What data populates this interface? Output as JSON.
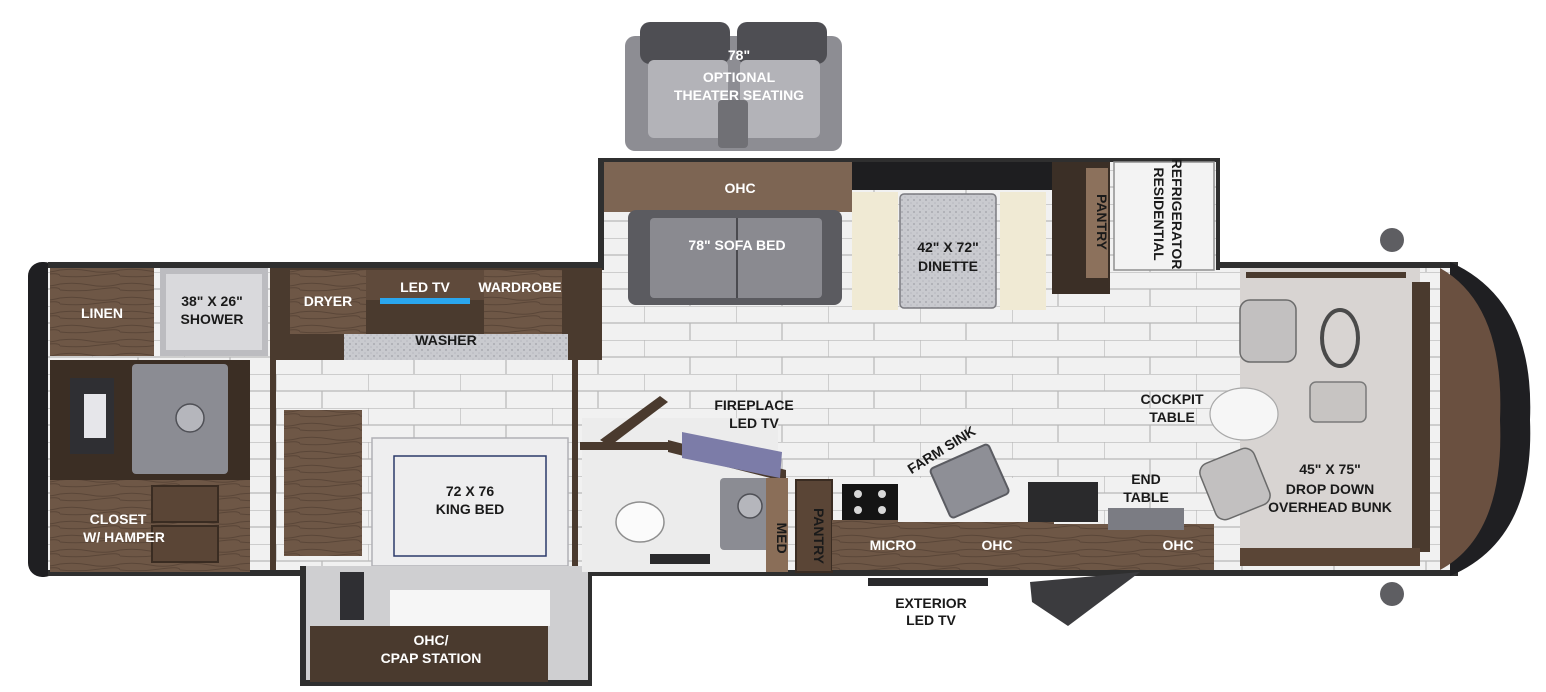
{
  "colors": {
    "wood_dark": "#4a3a2e",
    "wood_mid": "#7a6350",
    "wall": "#2f2f2f",
    "floor": "#efefef",
    "tile_line": "#b9b9b9",
    "carpet": "#cfd0d4",
    "counter": "#8e8f96",
    "sofa": "#5d5d62",
    "cream": "#f2ecd8"
  },
  "labels": {
    "theater_size": "78\"",
    "theater_optional": "OPTIONAL",
    "theater_seating": "THEATER SEATING",
    "ohc_top": "OHC",
    "sofa_bed": "78\" SOFA BED",
    "dinette_size": "42\" X 72\"",
    "dinette": "DINETTE",
    "pantry_top": "PANTRY",
    "residential": "RESIDENTIAL",
    "refrigerator": "REFRIGERATOR",
    "linen": "LINEN",
    "shower_size": "38\" X 26\"",
    "shower": "SHOWER",
    "dryer": "DRYER",
    "led_tv": "LED TV",
    "wardrobe": "WARDROBE",
    "washer": "WASHER",
    "fireplace": "FIREPLACE",
    "fireplace_tv": "LED TV",
    "cockpit": "COCKPIT",
    "cockpit_table": "TABLE",
    "farm_sink": "FARM SINK",
    "end": "END",
    "end_table": "TABLE",
    "bunk_size": "45\" X 75\"",
    "drop_down": "DROP DOWN",
    "overhead_bunk": "OVERHEAD BUNK",
    "king_size": "72 X 76",
    "king_bed": "KING BED",
    "closet": "CLOSET",
    "hamper": "W/ HAMPER",
    "med": "MED",
    "pantry_bottom": "PANTRY",
    "micro": "MICRO",
    "ohc_kitchen": "OHC",
    "ohc_front": "OHC",
    "exterior": "EXTERIOR",
    "exterior_tv": "LED TV",
    "ohc_cpap": "OHC/",
    "cpap_station": "CPAP STATION"
  },
  "icons": {
    "toilet": "toilet-icon",
    "sink": "sink-icon",
    "cooktop": "cooktop-icon",
    "driver_seat": "driver-seat-icon",
    "passenger_seat": "passenger-seat-icon",
    "steering_wheel": "steering-wheel-icon",
    "mirror": "side-mirror-icon"
  }
}
